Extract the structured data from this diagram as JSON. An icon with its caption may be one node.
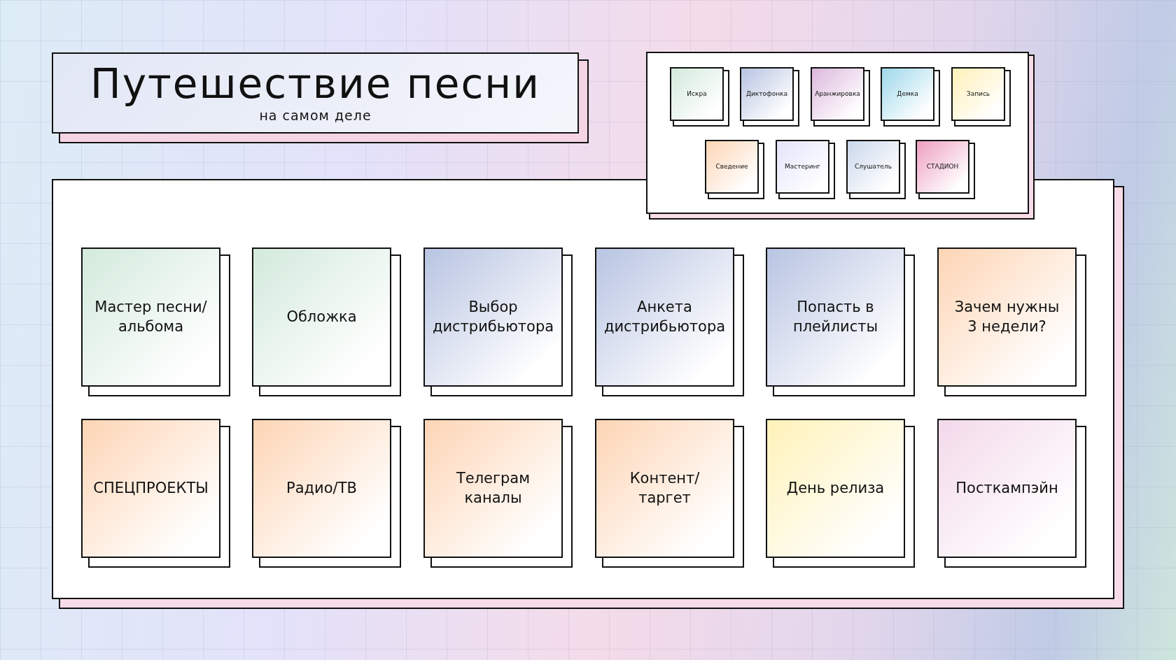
{
  "diagram": {
    "nodes": [
      {
        "text": [
          "Путешествие песни",
          "на самом деле"
        ]
      },
      {
        "text": [],
        "shape": "box"
      },
      {
        "text": [
          "Искра"
        ],
        "in": 1
      },
      {
        "text": [
          "Диктофонка"
        ],
        "in": 1
      },
      {
        "text": [
          "Аранжировка"
        ],
        "in": 1
      },
      {
        "text": [
          "Демка"
        ],
        "in": 1
      },
      {
        "text": [
          "Запись"
        ],
        "in": 1
      },
      {
        "text": [
          "Сведение"
        ],
        "in": 1
      },
      {
        "text": [
          "Мастеринг"
        ],
        "in": 1
      },
      {
        "text": [
          "Слушатель"
        ],
        "in": 1
      },
      {
        "text": [
          "СТАДИОН"
        ],
        "in": 1
      },
      {
        "text": [],
        "shape": "box"
      },
      {
        "text": [
          "Мастер песни/ альбома"
        ],
        "in": 11
      },
      {
        "text": [
          "Обложка"
        ],
        "in": 11
      },
      {
        "text": [
          "Выбор дистрибьютора"
        ],
        "in": 11
      },
      {
        "text": [
          "Анкета дистрибьютора"
        ],
        "in": 11
      },
      {
        "text": [
          "Попасть в плейлисты"
        ],
        "in": 11
      },
      {
        "text": [
          "Зачем нужны 3 недели?"
        ],
        "in": 11
      },
      {
        "text": [
          "СПЕЦПРОЕКТЫ"
        ],
        "in": 11
      },
      {
        "text": [
          "Радио/ТВ"
        ],
        "in": 11
      },
      {
        "text": [
          "Телеграм каналы"
        ],
        "in": 11
      },
      {
        "text": [
          "Контент/ таргет"
        ],
        "in": 11
      },
      {
        "text": [
          "День релиза"
        ],
        "in": 11
      },
      {
        "text": [
          "Посткампэйн"
        ],
        "in": 11
      }
    ],
    "edges": []
  }
}
